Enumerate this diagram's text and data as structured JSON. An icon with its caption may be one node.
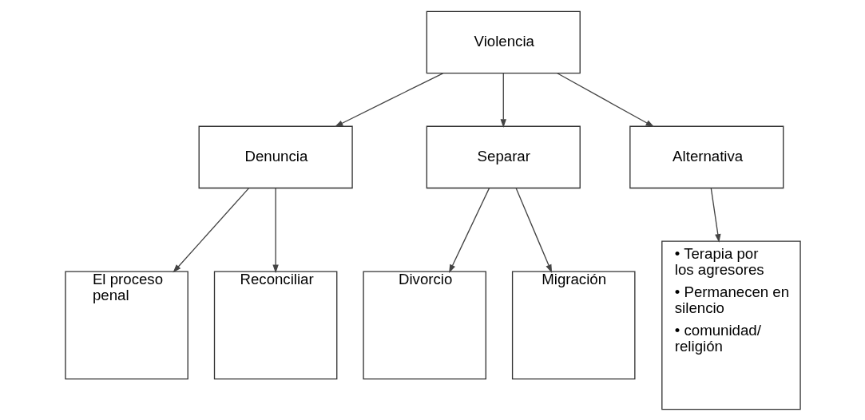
{
  "diagram": {
    "nodes": [
      {
        "text": [
          "Violencia"
        ]
      },
      {
        "text": [
          "Denuncia"
        ]
      },
      {
        "text": [
          "Separar"
        ]
      },
      {
        "text": [
          "Alternativa"
        ]
      },
      {
        "text": [
          "El proceso penal"
        ]
      },
      {
        "text": [
          "Reconciliar"
        ]
      },
      {
        "text": [
          "Divorcio"
        ]
      },
      {
        "text": [
          "Migración"
        ]
      },
      {
        "text": [
          "• Terapia por los agresores",
          "• Permanecen en silencio",
          "• comunidad/ religión"
        ]
      }
    ],
    "edges": [
      {
        "from": 0,
        "to": 1,
        "arrow": "to"
      },
      {
        "from": 0,
        "to": 2,
        "arrow": "to"
      },
      {
        "from": 0,
        "to": 3,
        "arrow": "to"
      },
      {
        "from": 1,
        "to": 4,
        "arrow": "to"
      },
      {
        "from": 1,
        "to": 5,
        "arrow": "to"
      },
      {
        "from": 2,
        "to": 6,
        "arrow": "to"
      },
      {
        "from": 2,
        "to": 7,
        "arrow": "to"
      },
      {
        "from": 3,
        "to": 8,
        "arrow": "to"
      }
    ]
  }
}
